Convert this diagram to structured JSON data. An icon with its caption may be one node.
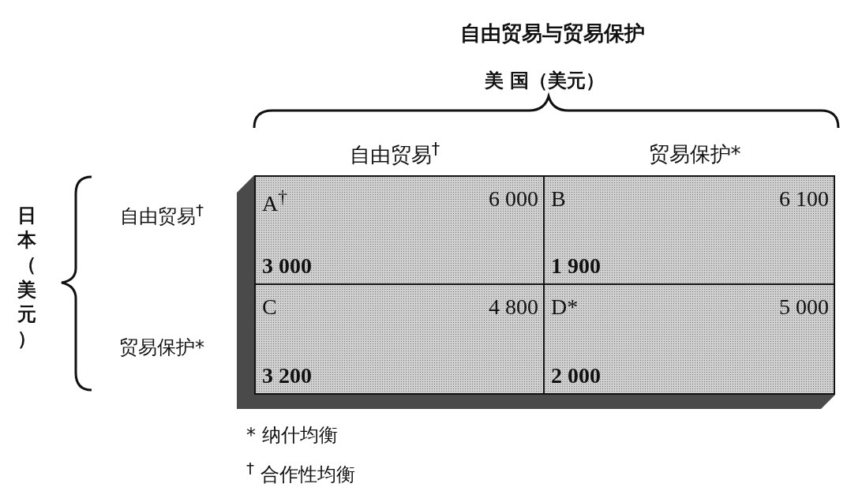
{
  "diagram": {
    "title": "自由贸易与贸易保护",
    "nodes": [
      {
        "text": [],
        "shape": "box"
      },
      {
        "text": [
          "A$^{†}$",
          "6 000",
          "3 000"
        ],
        "in": 0
      },
      {
        "text": [
          "B",
          "6 100",
          "1 900"
        ],
        "in": 0
      },
      {
        "text": [
          "C",
          "4 800",
          "3 200"
        ],
        "in": 0
      },
      {
        "text": [
          "D*",
          "5 000",
          "2 000"
        ],
        "in": 0
      }
    ],
    "edges": [],
    "labels": [
      "美 国（美元）",
      "自由贸易$^{†}$",
      "贸易保护*",
      "日本（美元）",
      "自由贸易$^{†}$",
      "贸易保护*",
      "* 纳什均衡",
      "$^{†}$ 合作性均衡"
    ]
  }
}
